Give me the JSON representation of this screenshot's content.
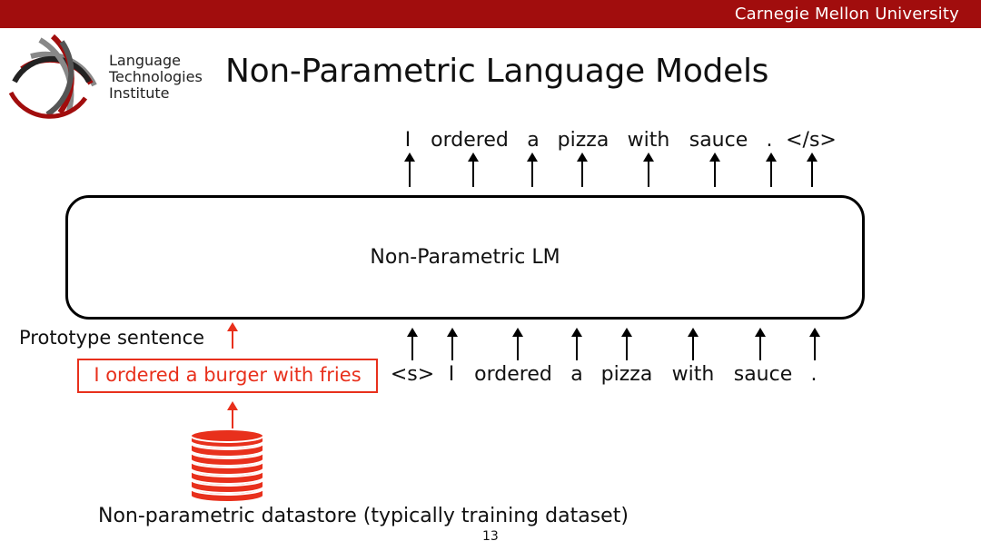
{
  "header": {
    "university": "Carnegie Mellon University",
    "institute_lines": [
      "Language",
      "Technologies",
      "Institute"
    ]
  },
  "slide": {
    "title": "Non-Parametric Language Models",
    "page_number": "13"
  },
  "diagram": {
    "model_label": "Non-Parametric LM",
    "output_tokens": [
      "I",
      "ordered",
      "a",
      "pizza",
      "with",
      "sauce",
      ".",
      "</s>"
    ],
    "input_tokens": [
      "<s>",
      "I",
      "ordered",
      "a",
      "pizza",
      "with",
      "sauce",
      "."
    ],
    "prototype_label": "Prototype sentence",
    "prototype_sentence": "I ordered a burger with fries",
    "datastore_label": "Non-parametric datastore (typically training dataset)"
  },
  "colors": {
    "header_bar": "#a10d0d",
    "highlight": "#e8301c"
  }
}
